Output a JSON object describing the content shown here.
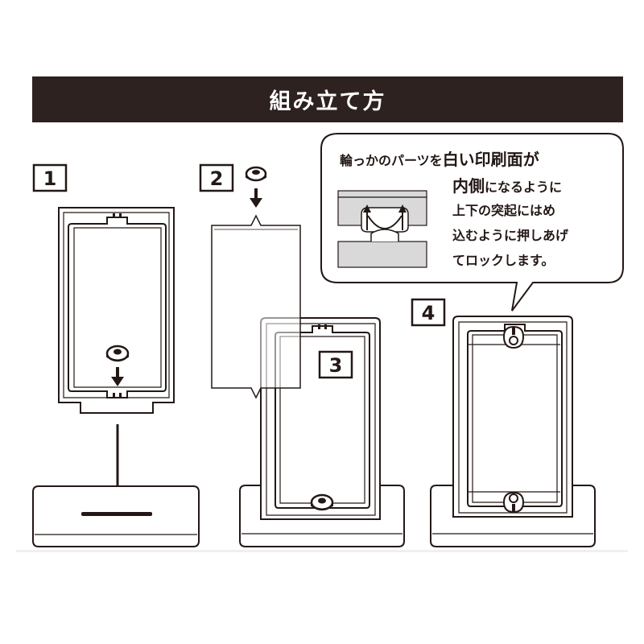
{
  "title": "組み立て方",
  "steps": [
    "1",
    "2",
    "3",
    "4"
  ],
  "callout": {
    "line1_a": "輪っかのパーツを",
    "line1_b": "白い印刷面",
    "line1_c": "が",
    "line2_a": "内側",
    "line2_b": "になるように",
    "line3": "上下の突起にはめ",
    "line4": "込むように押しあげ",
    "line5": "てロックします。"
  },
  "colors": {
    "header_bg": "#2d2220",
    "line": "#231815",
    "panel_gray": "#d9d9d9"
  }
}
